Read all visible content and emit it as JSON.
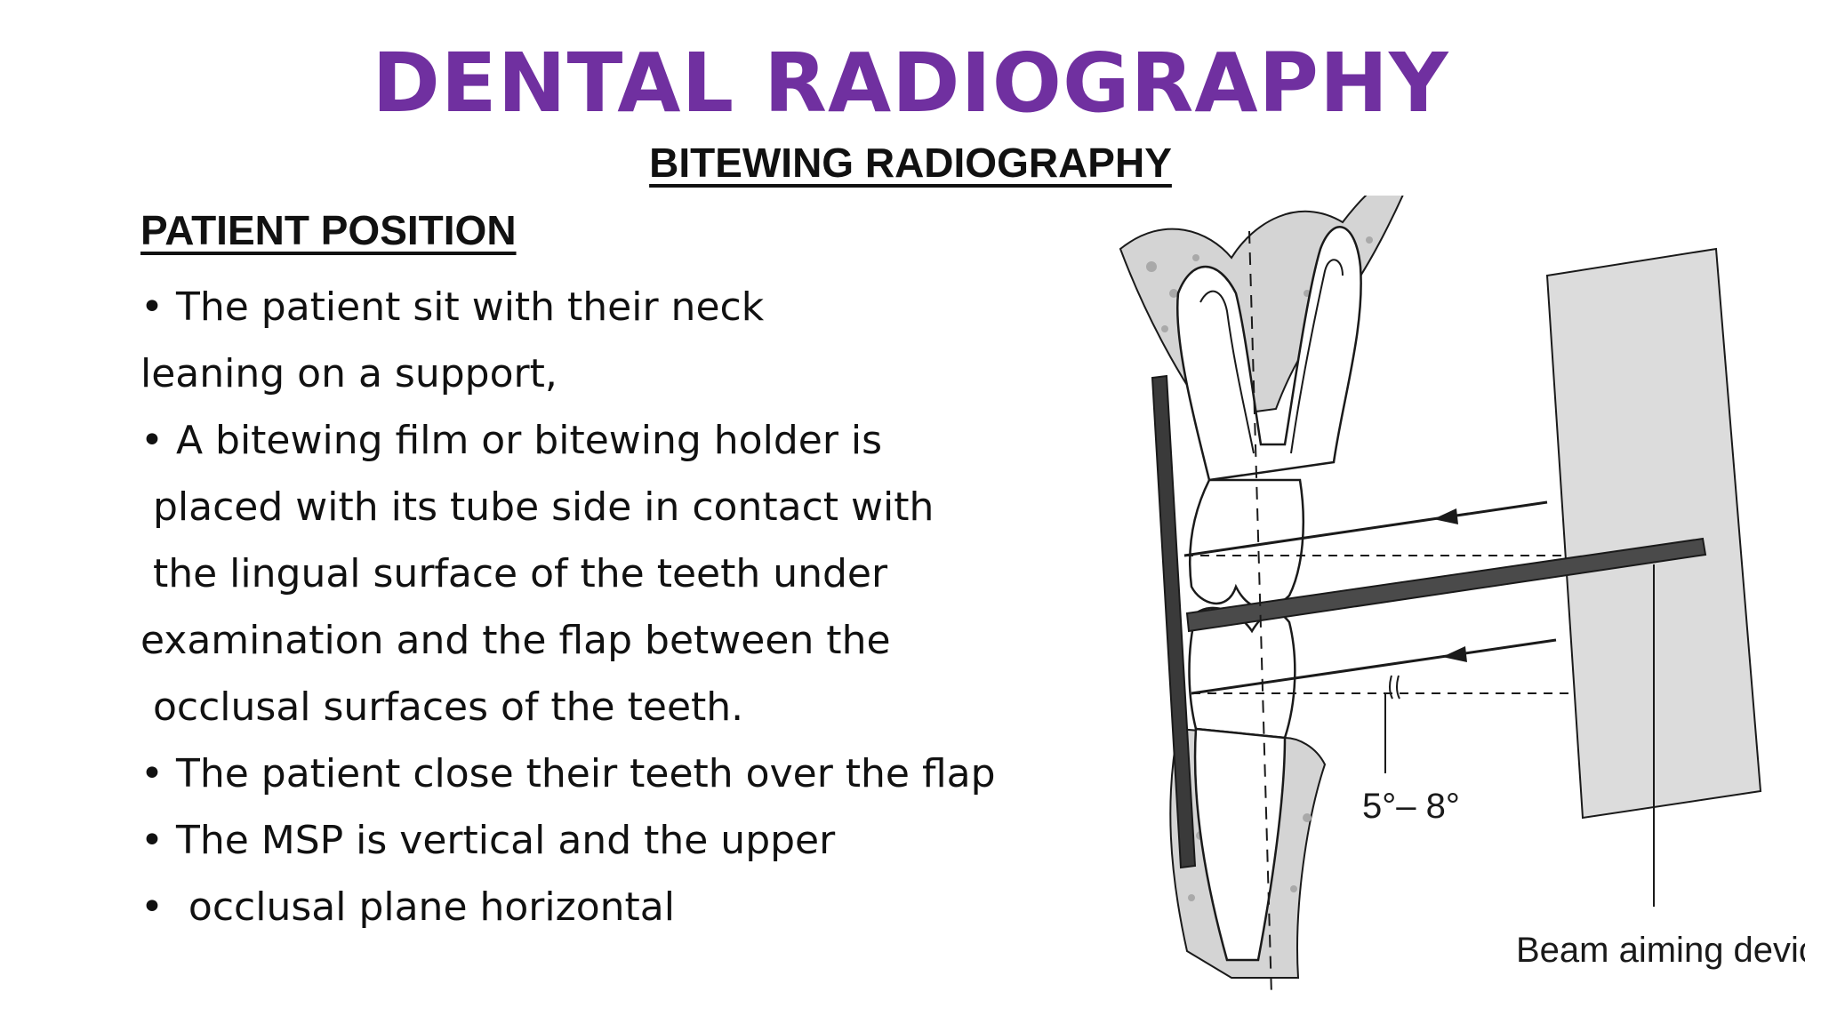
{
  "slide": {
    "title": "DENTAL RADIOGRAPHY",
    "subtitle": "BITEWING RADIOGRAPHY",
    "section_heading": "PATIENT POSITION",
    "lines": [
      "• The patient sit with their neck",
      "leaning on a support,",
      "• A bitewing film or bitewing holder is",
      " placed with its tube side in contact with",
      " the lingual surface of the teeth under",
      "examination and the flap between the",
      " occlusal surfaces of the teeth.",
      "• The patient close their teeth over the flap",
      "• The MSP is vertical and the upper",
      "•  occlusal plane horizontal"
    ]
  },
  "diagram": {
    "angle_label": "5°– 8°",
    "device_label": "Beam aiming device",
    "colors": {
      "bone": "#d4d4d4",
      "bone_speckle": "#a9a9a9",
      "device": "#dcdcdc",
      "stroke": "#1a1a1a",
      "tooth": "#ffffff"
    }
  }
}
